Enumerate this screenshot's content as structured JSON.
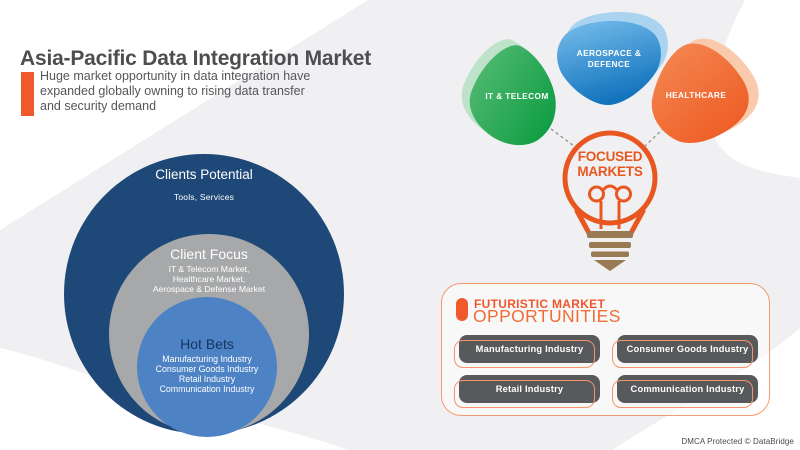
{
  "page": {
    "title": "Asia-Pacific Data Integration Market",
    "subtitle_lines": [
      "Huge market opportunity in data integration have",
      "expanded globally owning to rising data transfer",
      "and security demand"
    ],
    "footer": "DMCA Protected © DataBridge"
  },
  "venn": {
    "outer_title": "Clients Potential",
    "outer_subtitle": "Tools, Services",
    "middle_title": "Client Focus",
    "middle_lines": [
      "IT & Telecom Market,",
      "Healthcare Market,",
      "Aerospace & Defense Market"
    ],
    "inner_title": "Hot Bets",
    "inner_lines": [
      "Manufacturing  Industry",
      "Consumer Goods Industry",
      "Retail Industry",
      "Communication  Industry"
    ]
  },
  "focused": {
    "bulb_line1": "FOCUSED",
    "bulb_line2": "MARKETS",
    "petal_it_telecom": "IT & TELECOM",
    "petal_aerospace_line1": "AEROSPACE &",
    "petal_aerospace_line2": "DEFENCE",
    "petal_healthcare": "HEALTHCARE"
  },
  "opportunities": {
    "heading1": "FUTURISTIC MARKET",
    "heading2": "OPPORTUNITIES",
    "items": [
      "Manufacturing Industry",
      "Consumer Goods Industry",
      "Retail Industry",
      "Communication Industry"
    ]
  },
  "colors": {
    "accent_orange": "#f0592b",
    "bulb_orange": "#e8571f",
    "navy_circle": "#1e4878",
    "gray_circle": "#a7a8aa",
    "blue_circle": "#4d82c5",
    "green_petal": "#119e45",
    "blue_petal": "#1374bd",
    "orange_petal": "#ee5b24",
    "bulb_base_brown": "#9a7a52",
    "button_gray": "#58595b",
    "background_gray": "#f0f0f2"
  }
}
